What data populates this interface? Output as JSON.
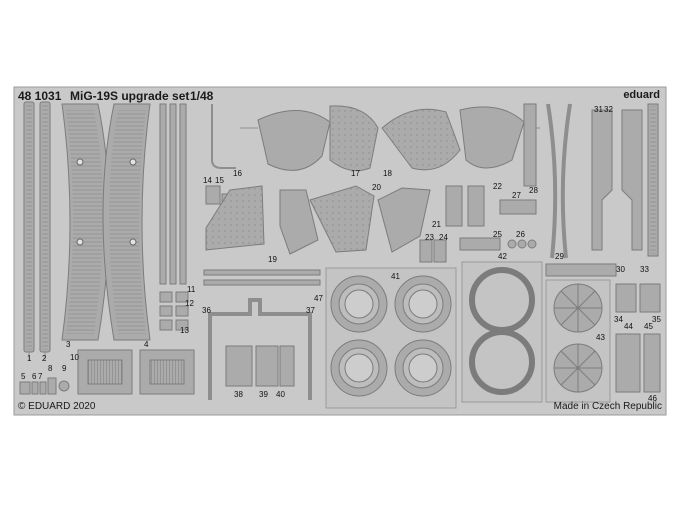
{
  "sheet": {
    "code": "48 1031",
    "title": "MiG-19S upgrade set",
    "scale": "1/48",
    "brand": "eduard",
    "copyright": "© EDUARD 2020",
    "origin": "Made in Czech Republic"
  },
  "part_numbers": [
    "1",
    "2",
    "3",
    "4",
    "5",
    "6",
    "7",
    "8",
    "9",
    "10",
    "11",
    "12",
    "13",
    "14",
    "15",
    "16",
    "17",
    "18",
    "19",
    "20",
    "21",
    "22",
    "23",
    "24",
    "25",
    "26",
    "27",
    "28",
    "29",
    "30",
    "31",
    "32",
    "33",
    "34",
    "35",
    "36",
    "37",
    "38",
    "39",
    "40",
    "41",
    "42",
    "43",
    "44",
    "45",
    "46",
    "47"
  ],
  "colors": {
    "fret": "#c9c9c9",
    "part": "#a9a9a9",
    "edge": "#7c7c7c",
    "line": "#8e8e8e"
  }
}
